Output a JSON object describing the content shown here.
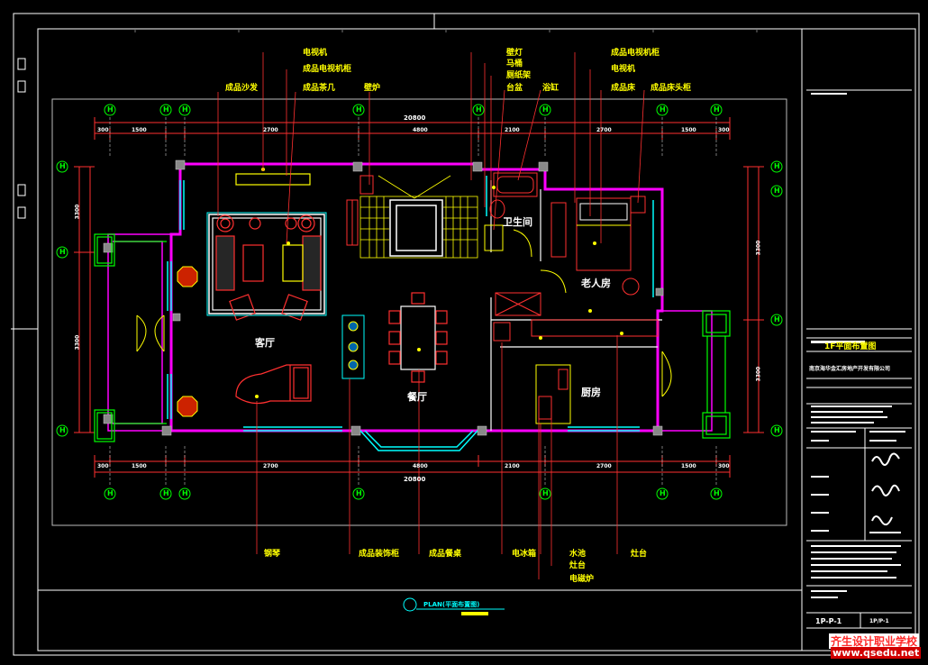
{
  "title_block": {
    "drawing_title": "1F平面布置图",
    "company": "南京海华金汇房地产开发有限公司",
    "sheet_no": "1P-P-1",
    "sheet_code": "1P/P-1"
  },
  "plan_caption": "PLAN(平面布置图)",
  "rooms": {
    "living": "客厅",
    "dining": "餐厅",
    "bath": "卫生间",
    "elder": "老人房",
    "kitchen": "厨房"
  },
  "callouts_top": {
    "tv": "电视机",
    "tv_cabinet": "成品电视机柜",
    "sofa": "成品沙发",
    "tea_table": "成品茶几",
    "fireplace": "壁炉",
    "wall_lamp": "壁灯",
    "toilet": "马桶",
    "paper_rack": "厕纸架",
    "basin": "台盆",
    "bathtub": "浴缸",
    "tv_cabinet2": "成品电视机柜",
    "tv2": "电视机",
    "bed": "成品床",
    "bedside": "成品床头柜"
  },
  "callouts_bottom": {
    "piano": "钢琴",
    "deco_cabinet": "成品装饰柜",
    "dining_table": "成品餐桌",
    "fridge": "电冰箱",
    "sink": "水池",
    "stove": "灶台",
    "induction": "电磁炉",
    "counter": "灶台"
  },
  "dimensions": {
    "total": "20800",
    "segments": [
      "300",
      "1500",
      "2700",
      "4800",
      "2100",
      "2700",
      "1500",
      "300"
    ],
    "side_top": "3300",
    "side_bottom": "3300",
    "right_top": "3300",
    "right_bottom": "3300"
  },
  "axes_h": [
    "H",
    "H",
    "H",
    "H",
    "H",
    "H",
    "H",
    "H"
  ],
  "axes_v": [
    "H",
    "H",
    "H",
    "H"
  ],
  "watermark": {
    "line1": "齐生设计职业学校",
    "line2": "www.qsedu.net"
  }
}
